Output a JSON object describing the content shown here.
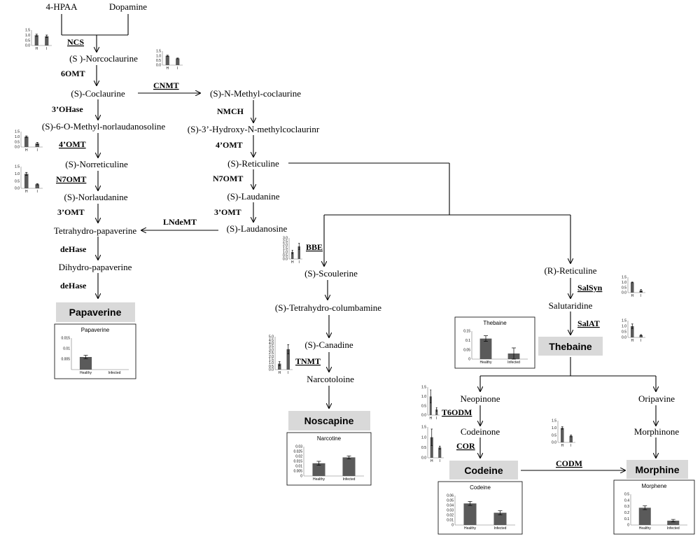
{
  "metabolites": {
    "hpaa": "4-HPAA",
    "dopamine": "Dopamine",
    "norcoclaurine": "(S )-Norcoclaurine",
    "coclaurine": "(S)-Coclaurine",
    "n_methyl_coclaurine": "(S)-N-Methyl-coclaurine",
    "methyl_norlaudanosoline": "(S)-6-O-Methyl-norlaudanosoline",
    "hydroxy_n_methylcoclaurine": "(S)-3’-Hydroxy-N-methylcoclaurinr",
    "norreticuline": "(S)-Norreticuline",
    "s_reticuline": "(S)-Reticuline",
    "norlaudanine": "(S)-Norlaudanine",
    "laudanine": "(S)-Laudanine",
    "tetrahydro_papaverine": "Tetrahydro-papaverine",
    "laudanosine": "(S)-Laudanosine",
    "dihydro_papaverine": "Dihydro-papaverine",
    "scoulerine": "(S)-Scoulerine",
    "r_reticuline": "(R)-Reticuline",
    "tetrahydro_columbamine": "(S)-Tetrahydro-columbamine",
    "salutaridine": "Salutaridine",
    "canadine": "(S)-Canadine",
    "narcotoloine": "Narcotoloine",
    "neopinone": "Neopinone",
    "oripavine": "Oripavine",
    "codeinone": "Codeinone",
    "morphinone": "Morphinone"
  },
  "finals": {
    "papaverine": "Papaverine",
    "noscapine": "Noscapine",
    "thebaine": "Thebaine",
    "codeine": "Codeine",
    "morphine": "Morphine"
  },
  "enzymes": {
    "ncs": "NCS",
    "six_omt": "6OMT",
    "cnmt": "CNMT",
    "three_ohase": "3’OHase",
    "nmch": "NMCH",
    "four_omt_left": "4’OMT",
    "four_omt_right": "4’OMT",
    "n7omt_left": "N7OMT",
    "n7omt_right": "N7OMT",
    "three_omt_left": "3’OMT",
    "three_omt_right": "3’OMT",
    "lndemt": "LNdeMT",
    "dehase_1": "deHase",
    "dehase_2": "deHase",
    "bbe": "BBE",
    "salsyn": "SalSyn",
    "salat": "SalAT",
    "tnmt": "TNMT",
    "t6odm": "T6ODM",
    "cor": "COR",
    "codm": "CODM"
  },
  "chart_data": [
    {
      "id": "ncs",
      "type": "bar",
      "title": "",
      "categories": [
        "H",
        "I"
      ],
      "values": [
        1.0,
        0.9
      ],
      "errors": [
        0.1,
        0.12
      ],
      "ylim": [
        0,
        1.5
      ],
      "yticks": [
        "1.5",
        "1.0",
        "0.5",
        "0.0"
      ]
    },
    {
      "id": "cnmt",
      "type": "bar",
      "title": "",
      "categories": [
        "H",
        "I"
      ],
      "values": [
        1.0,
        0.72
      ],
      "errors": [
        0.06,
        0.04
      ],
      "ylim": [
        0,
        1.5
      ],
      "yticks": [
        "1.5",
        "1.0",
        "0.5",
        "0.0"
      ]
    },
    {
      "id": "four_omt",
      "type": "bar",
      "title": "",
      "categories": [
        "H",
        "I"
      ],
      "values": [
        1.0,
        0.35
      ],
      "errors": [
        0.08,
        0.1
      ],
      "ylim": [
        0,
        1.5
      ],
      "yticks": [
        "1.5",
        "1.0",
        "0.5",
        "0.0"
      ]
    },
    {
      "id": "n7omt",
      "type": "bar",
      "title": "",
      "categories": [
        "H",
        "I"
      ],
      "values": [
        1.0,
        0.28
      ],
      "errors": [
        0.1,
        0.04
      ],
      "ylim": [
        0,
        1.5
      ],
      "yticks": [
        "1.5",
        "1.0",
        "0.5",
        "0.0"
      ]
    },
    {
      "id": "bbe",
      "type": "bar",
      "title": "",
      "categories": [
        "H",
        "I"
      ],
      "values": [
        1.0,
        1.8
      ],
      "errors": [
        0.25,
        0.45
      ],
      "ylim": [
        0,
        3.0
      ],
      "yticks": [
        "3.0",
        "2.5",
        "2.0",
        "1.5",
        "1.0",
        "0.5",
        "0.0"
      ]
    },
    {
      "id": "tnmt",
      "type": "bar",
      "title": "",
      "categories": [
        "H",
        "I"
      ],
      "values": [
        0.9,
        3.1
      ],
      "errors": [
        0.3,
        0.7
      ],
      "ylim": [
        0,
        5.0
      ],
      "yticks": [
        "5.0",
        "4.5",
        "4.0",
        "3.5",
        "3.0",
        "2.5",
        "2.0",
        "1.5",
        "1.0",
        "0.5",
        "0.0"
      ]
    },
    {
      "id": "salsyn",
      "type": "bar",
      "title": "",
      "categories": [
        "H",
        "I"
      ],
      "values": [
        1.0,
        0.2
      ],
      "errors": [
        0.03,
        0.1
      ],
      "ylim": [
        0,
        1.5
      ],
      "yticks": [
        "1.5",
        "1.0",
        "0.5",
        "0.0"
      ]
    },
    {
      "id": "salat",
      "type": "bar",
      "title": "",
      "categories": [
        "H",
        "I"
      ],
      "values": [
        1.0,
        0.2
      ],
      "errors": [
        0.2,
        0.05
      ],
      "ylim": [
        0,
        1.5
      ],
      "yticks": [
        "1.5",
        "1.0",
        "0.5",
        "0.0"
      ]
    },
    {
      "id": "t6odm",
      "type": "bar",
      "title": "",
      "categories": [
        "H",
        "I"
      ],
      "values": [
        1.0,
        0.3
      ],
      "errors": [
        0.35,
        0.1
      ],
      "ylim": [
        0,
        1.5
      ],
      "yticks": [
        "1.5",
        "1.0",
        "0.5",
        "0.0"
      ]
    },
    {
      "id": "cor",
      "type": "bar",
      "title": "",
      "categories": [
        "H",
        "I"
      ],
      "values": [
        1.0,
        0.5
      ],
      "errors": [
        0.4,
        0.07
      ],
      "ylim": [
        0,
        1.5
      ],
      "yticks": [
        "1.5",
        "1.0",
        "0.5",
        "0.0"
      ]
    },
    {
      "id": "codm",
      "type": "bar",
      "title": "",
      "categories": [
        "H",
        "I"
      ],
      "values": [
        1.0,
        0.45
      ],
      "errors": [
        0.08,
        0.06
      ],
      "ylim": [
        0,
        1.5
      ],
      "yticks": [
        "1.5",
        "1.0",
        "0.5",
        "0.0"
      ]
    },
    {
      "id": "papaverine",
      "type": "bar",
      "title": "Papaverine",
      "categories": [
        "Healthy",
        "Infected"
      ],
      "values": [
        0.006,
        0
      ],
      "errors": [
        0.0008,
        0
      ],
      "ylim": [
        0,
        0.015
      ],
      "yticks": [
        "0.015",
        "0.01",
        "0.005",
        ""
      ]
    },
    {
      "id": "noscapine",
      "type": "bar",
      "title": "Narcotine",
      "categories": [
        "Healthy",
        "Infected"
      ],
      "values": [
        0.013,
        0.019
      ],
      "errors": [
        0.002,
        0.0015
      ],
      "ylim": [
        0,
        0.03
      ],
      "yticks": [
        "0.03",
        "0.025",
        "0.02",
        "0.015",
        "0.01",
        "0.005",
        "0"
      ]
    },
    {
      "id": "thebaine",
      "type": "bar",
      "title": "Thebaine",
      "categories": [
        "Healthy",
        "Infected"
      ],
      "values": [
        0.11,
        0.03
      ],
      "errors": [
        0.015,
        0.03
      ],
      "ylim": [
        0,
        0.15
      ],
      "yticks": [
        "0.15",
        "0.1",
        "0.05",
        "0"
      ]
    },
    {
      "id": "codeine",
      "type": "bar",
      "title": "Codeine",
      "categories": [
        "Healthy",
        "Infected"
      ],
      "values": [
        0.044,
        0.025
      ],
      "errors": [
        0.004,
        0.004
      ],
      "ylim": [
        0,
        0.06
      ],
      "yticks": [
        "0.06",
        "0.05",
        "0.04",
        "0.03",
        "0.02",
        "0.01",
        "0"
      ]
    },
    {
      "id": "morphine",
      "type": "bar",
      "title": "Morphene",
      "categories": [
        "Healthy",
        "Infected"
      ],
      "values": [
        0.28,
        0.07
      ],
      "errors": [
        0.03,
        0.02
      ],
      "ylim": [
        0,
        0.5
      ],
      "yticks": [
        "0.5",
        "0.4",
        "0.3",
        "0.2",
        "0.1",
        "0"
      ]
    }
  ]
}
